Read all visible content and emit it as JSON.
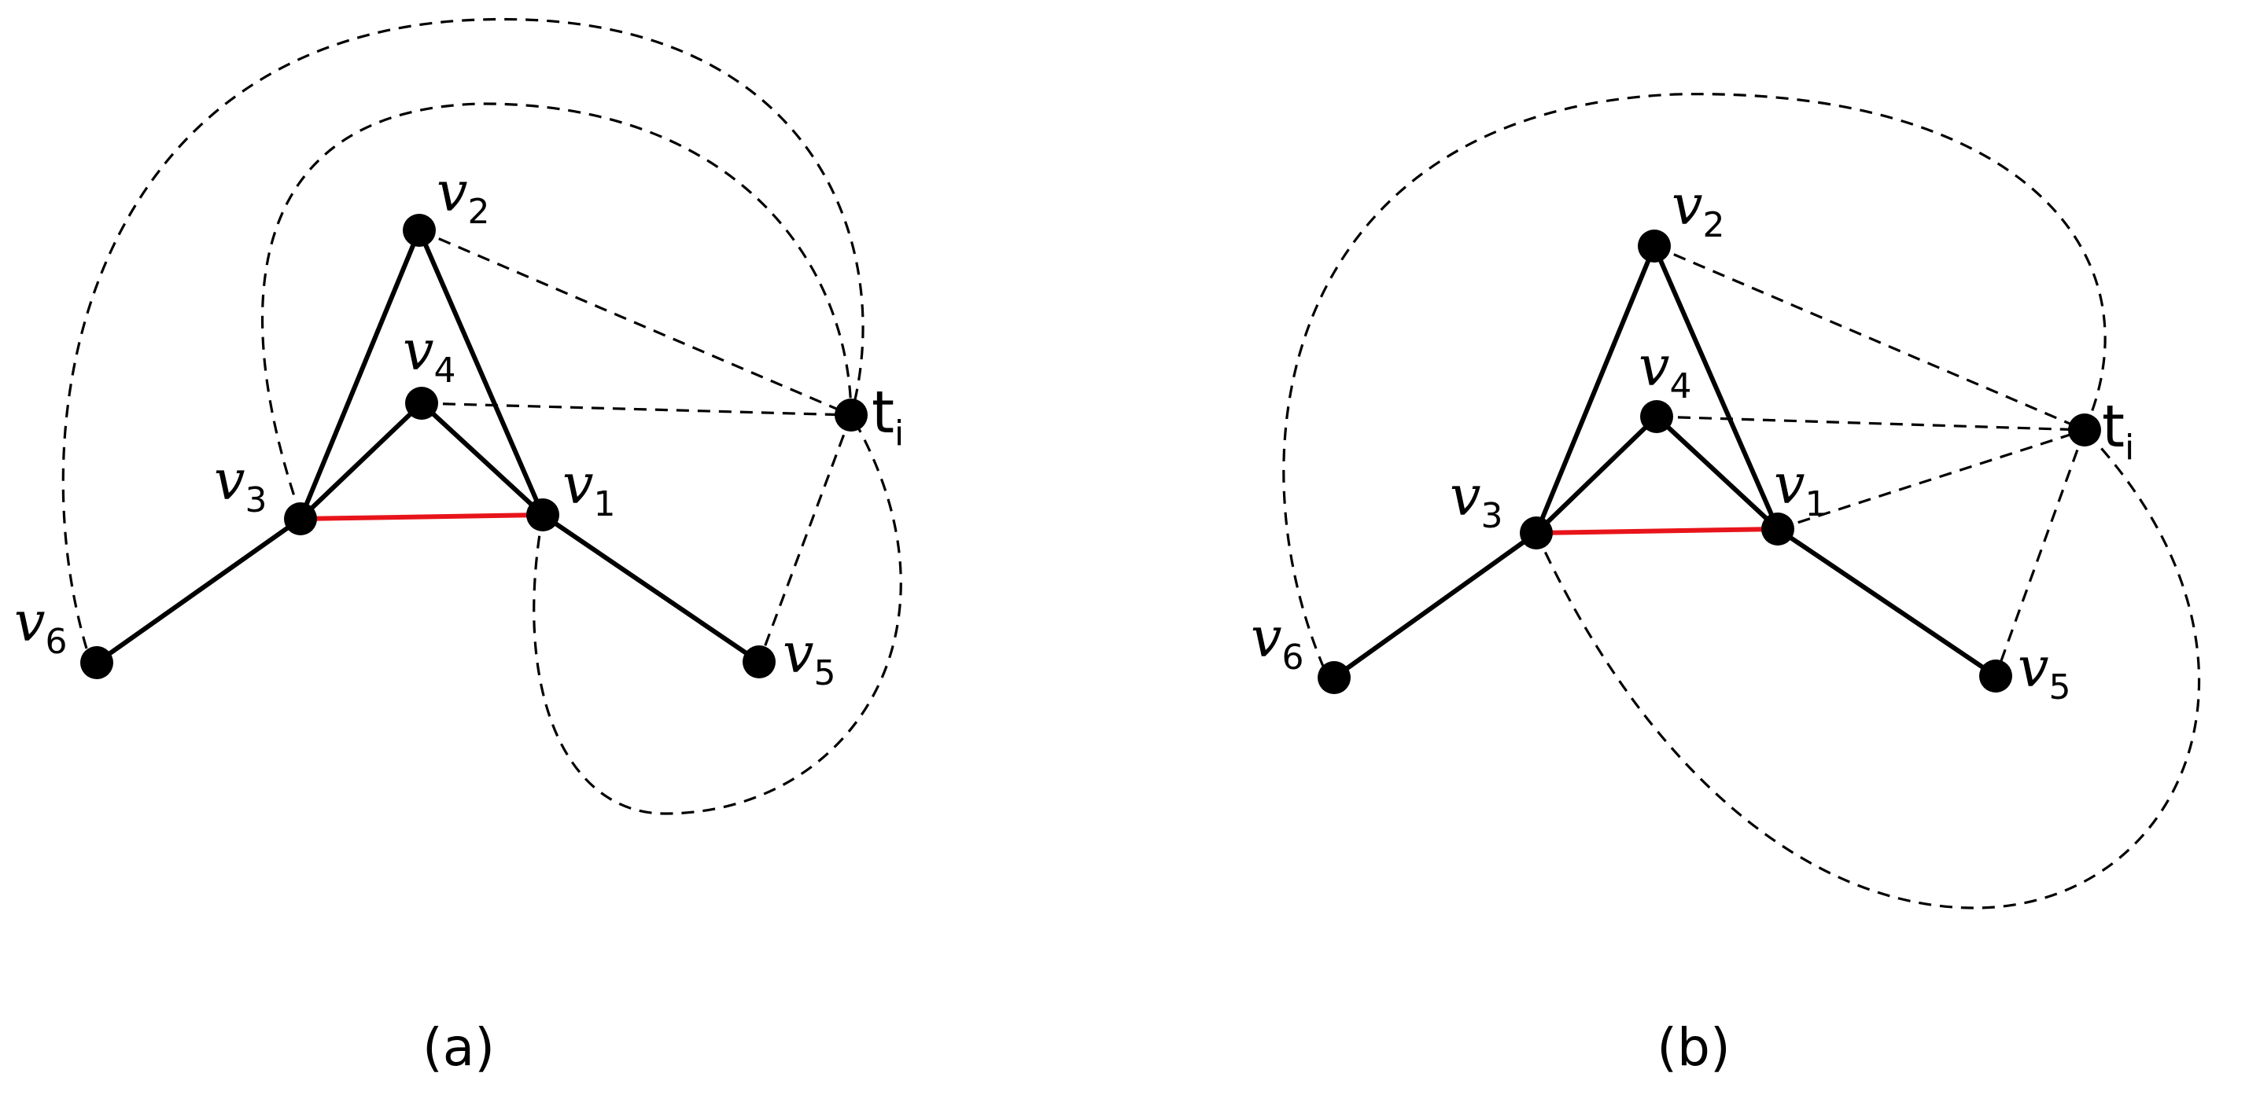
{
  "panels": [
    {
      "id": "a",
      "caption": "(a)",
      "vertices": [
        {
          "id": "v1",
          "base": "v",
          "sub": "1"
        },
        {
          "id": "v2",
          "base": "v",
          "sub": "2"
        },
        {
          "id": "v3",
          "base": "v",
          "sub": "3"
        },
        {
          "id": "v4",
          "base": "v",
          "sub": "4"
        },
        {
          "id": "v5",
          "base": "v",
          "sub": "5"
        },
        {
          "id": "v6",
          "base": "v",
          "sub": "6"
        },
        {
          "id": "ti",
          "base": "t",
          "sub": "i"
        }
      ],
      "solid_edges": [
        [
          "v3",
          "v2"
        ],
        [
          "v2",
          "v1"
        ],
        [
          "v3",
          "v4"
        ],
        [
          "v4",
          "v1"
        ],
        [
          "v3",
          "v6"
        ],
        [
          "v1",
          "v5"
        ]
      ],
      "highlighted_edges": [
        [
          "v3",
          "v1"
        ]
      ],
      "dashed_edges": [
        [
          "v2",
          "ti"
        ],
        [
          "v4",
          "ti"
        ],
        [
          "ti",
          "v5"
        ],
        [
          "v6",
          "ti"
        ],
        [
          "v3",
          "ti"
        ],
        [
          "v1",
          "ti"
        ]
      ]
    },
    {
      "id": "b",
      "caption": "(b)",
      "vertices": [
        {
          "id": "v1",
          "base": "v",
          "sub": "1"
        },
        {
          "id": "v2",
          "base": "v",
          "sub": "2"
        },
        {
          "id": "v3",
          "base": "v",
          "sub": "3"
        },
        {
          "id": "v4",
          "base": "v",
          "sub": "4"
        },
        {
          "id": "v5",
          "base": "v",
          "sub": "5"
        },
        {
          "id": "v6",
          "base": "v",
          "sub": "6"
        },
        {
          "id": "ti",
          "base": "t",
          "sub": "i"
        }
      ],
      "solid_edges": [
        [
          "v3",
          "v2"
        ],
        [
          "v2",
          "v1"
        ],
        [
          "v3",
          "v4"
        ],
        [
          "v4",
          "v1"
        ],
        [
          "v3",
          "v6"
        ],
        [
          "v1",
          "v5"
        ]
      ],
      "highlighted_edges": [
        [
          "v3",
          "v1"
        ]
      ],
      "dashed_edges": [
        [
          "v2",
          "ti"
        ],
        [
          "v4",
          "ti"
        ],
        [
          "v1",
          "ti"
        ],
        [
          "ti",
          "v5"
        ],
        [
          "v6",
          "ti"
        ],
        [
          "v3",
          "ti"
        ]
      ]
    }
  ],
  "colors": {
    "edge": "#000000",
    "highlight": "#e8141b",
    "vertex": "#000000",
    "background": "#ffffff"
  }
}
